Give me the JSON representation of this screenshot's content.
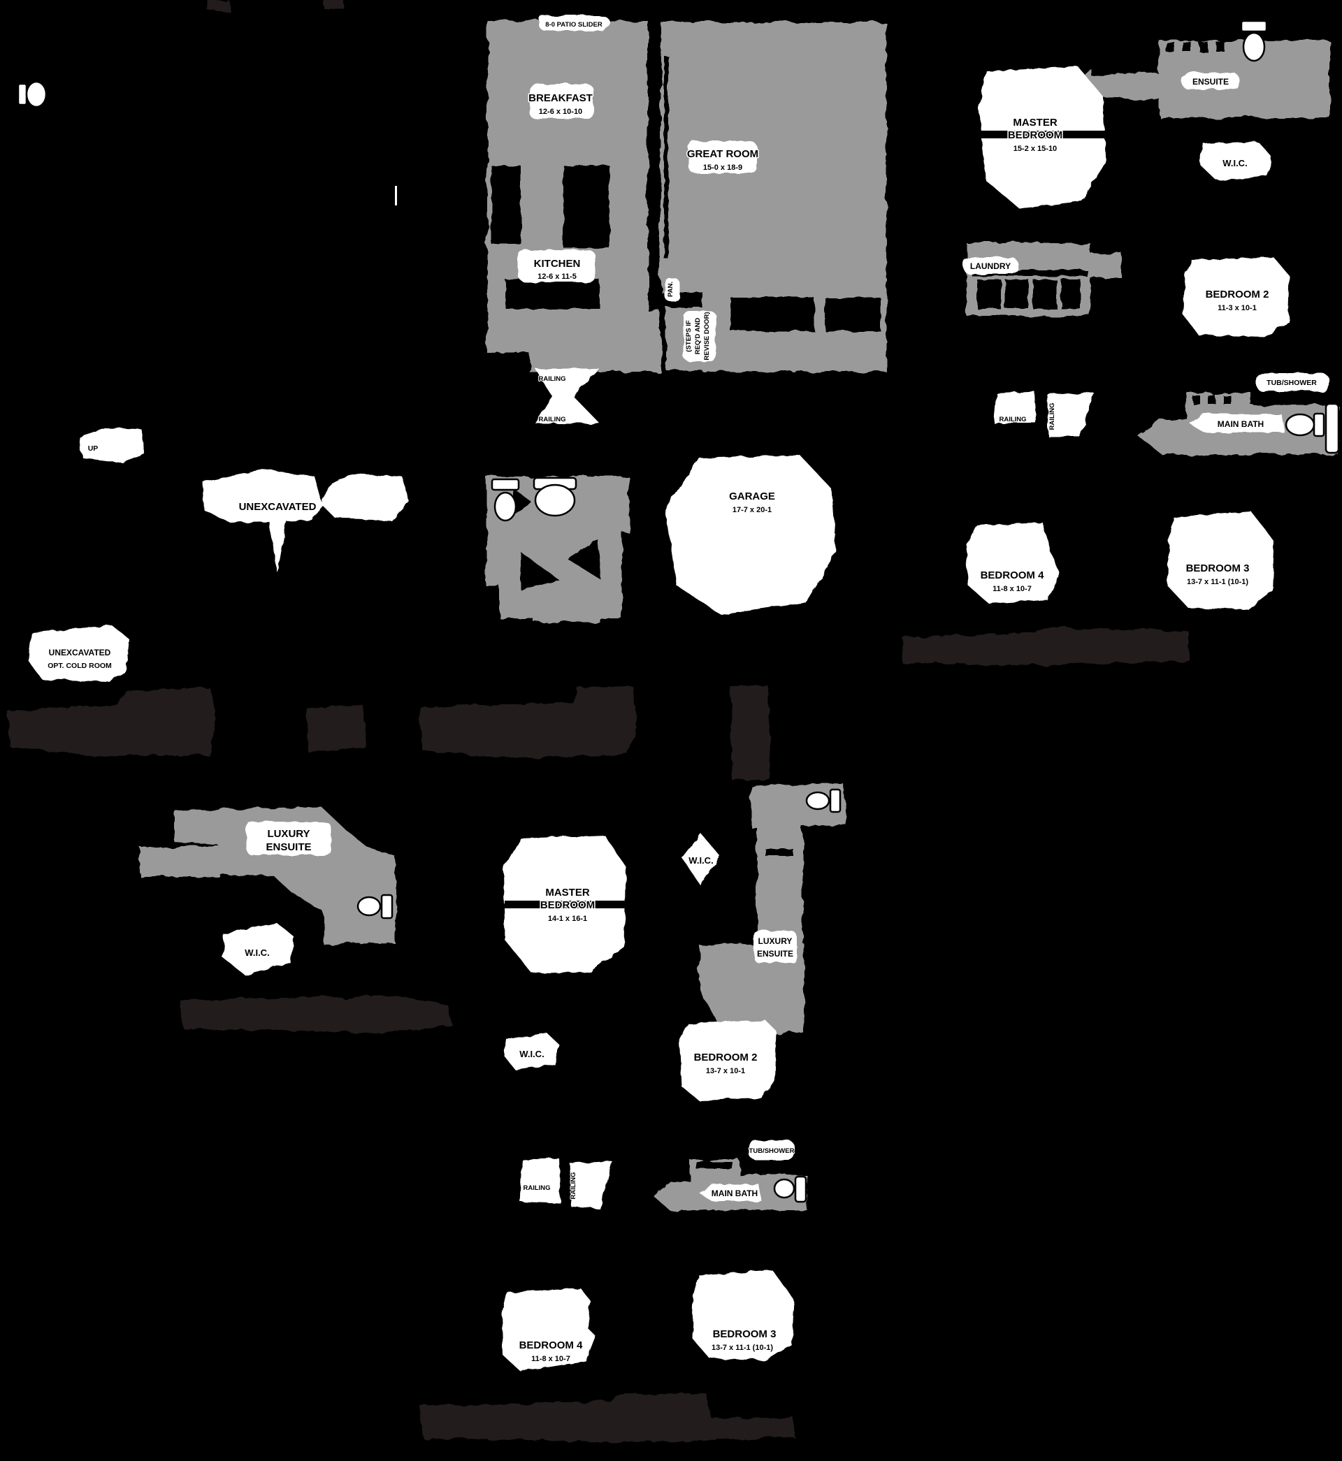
{
  "colors": {
    "background": "#000000",
    "floor_fill": "#9a9a9a",
    "label_bg": "#ffffff",
    "text": "#000000",
    "redacted_title": "#221e1f"
  },
  "plan": {
    "common": {
      "railing": "RAILING",
      "wic": "W.I.C.",
      "tub": "TUB/SHOWER",
      "bath": "MAIN BATH",
      "lux1": "LUXURY",
      "lux2": "ENSUITE",
      "unex": "UNEXCAVATED"
    },
    "f1": {
      "patio": "8-0 PATIO SLIDER",
      "breakfast": {
        "n": "BREAKFAST",
        "d": "12-6 x 10-10"
      },
      "great": {
        "n": "GREAT ROOM",
        "d": "15-0 x 18-9"
      },
      "kitchen": {
        "n": "KITCHEN",
        "d": "12-6 x 11-5"
      },
      "pan": "PAN.",
      "steps1": "(STEPS IF",
      "steps2": "REQ'D AND",
      "steps3": "REVISE DOOR)",
      "master": {
        "l1": "MASTER",
        "l2": "BEDROOM",
        "d": "15-2 x 15-10"
      },
      "ensuite": "ENSUITE",
      "laundry": "LAUNDRY",
      "bed2": {
        "n": "BEDROOM 2",
        "d": "11-3 x 10-1"
      },
      "bed3": {
        "n": "BEDROOM 3",
        "d": "13-7 x 11-1 (10-1)"
      },
      "bed4": {
        "n": "BEDROOM 4",
        "d": "11-8 x 10-7"
      }
    },
    "b": {
      "up": "UP",
      "cold2": "OPT. COLD ROOM",
      "garage": {
        "n": "GARAGE",
        "d": "17-7 x 20-1"
      }
    },
    "f2": {
      "master": {
        "l1": "MASTER",
        "l2": "BEDROOM",
        "d": "14-1 x 16-1"
      },
      "bed2": {
        "n": "BEDROOM 2",
        "d": "13-7 x 10-1"
      },
      "bed3": {
        "n": "BEDROOM 3",
        "d": "13-7 x 11-1 (10-1)"
      },
      "bed4": {
        "n": "BEDROOM 4",
        "d": "11-8 x 10-7"
      }
    }
  }
}
